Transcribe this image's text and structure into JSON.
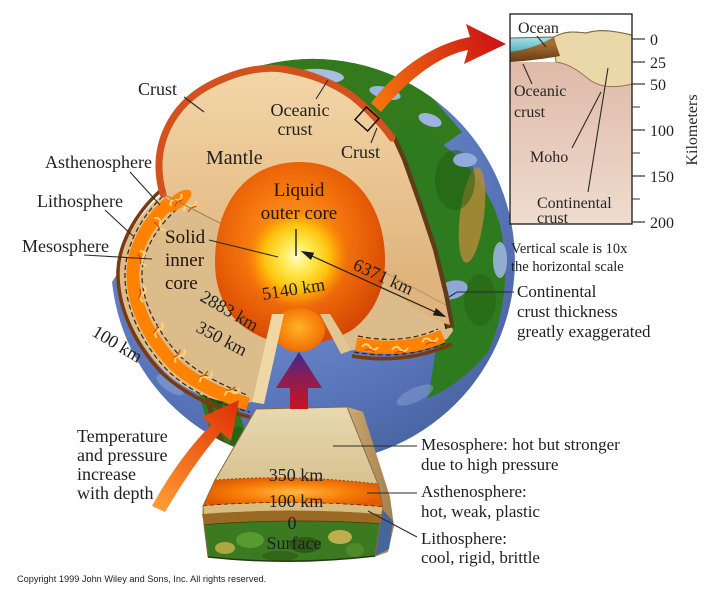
{
  "globe": {
    "crust_left": "Crust",
    "oceanic_crust": [
      "Oceanic",
      "crust"
    ],
    "mantle": "Mantle",
    "crust_right": "Crust",
    "asthenosphere": "Asthenosphere",
    "lithosphere": "Lithosphere",
    "mesosphere": "Mesosphere",
    "liquid_outer_core": [
      "Liquid",
      "outer core"
    ],
    "solid_inner_core": [
      "Solid",
      "inner",
      "core"
    ],
    "radius_inner_core": "5140 km",
    "radius_earth": "6371 km",
    "depth_core_mantle": "2883 km",
    "depth_mesosphere_top": "350 km",
    "depth_asthenosphere_top": "100 km",
    "continental_note": [
      "Continental",
      "crust thickness",
      "greatly exaggerated"
    ],
    "temperature_note": [
      "Temperature",
      "and pressure",
      "increase",
      "with depth"
    ]
  },
  "wedge": {
    "depth_350": "350 km",
    "depth_100": "100 km",
    "depth_0": "0",
    "surface": "Surface",
    "mesosphere_note": [
      "Mesosphere: hot but stronger",
      "due to high pressure"
    ],
    "asthenosphere_note": [
      "Asthenosphere:",
      "hot, weak, plastic"
    ],
    "lithosphere_note": [
      "Lithosphere:",
      "cool, rigid, brittle"
    ]
  },
  "inset": {
    "ocean": "Ocean",
    "oceanic_crust": [
      "Oceanic",
      "crust"
    ],
    "moho": "Moho",
    "continental_crust": [
      "Continental",
      "crust"
    ],
    "axis_label": "Kilometers",
    "ticks": [
      "0",
      "25",
      "50",
      "100",
      "150",
      "200"
    ],
    "caption": [
      "Vertical scale is 10x",
      "the horizontal scale"
    ]
  },
  "copyright": "Copyright 1999 John Wiley and Sons, Inc. All rights reserved.",
  "colors": {
    "ocean_blue": "#5b77bc",
    "land_green": "#337a1d",
    "mantle_tan": "#eec897",
    "cut_face_tan": "#dcbc8b",
    "crust_rim_orange": "#d2511c",
    "lava_orange": "#ff8200",
    "outer_core_orange": "#e85d06",
    "inner_core_yellow": "#ffe94e",
    "inset_ocean": "#6fc5cf",
    "inset_mantle": "#e5c4b3",
    "inset_crust": "#ebd8a9",
    "text": "#1f1f1f"
  }
}
